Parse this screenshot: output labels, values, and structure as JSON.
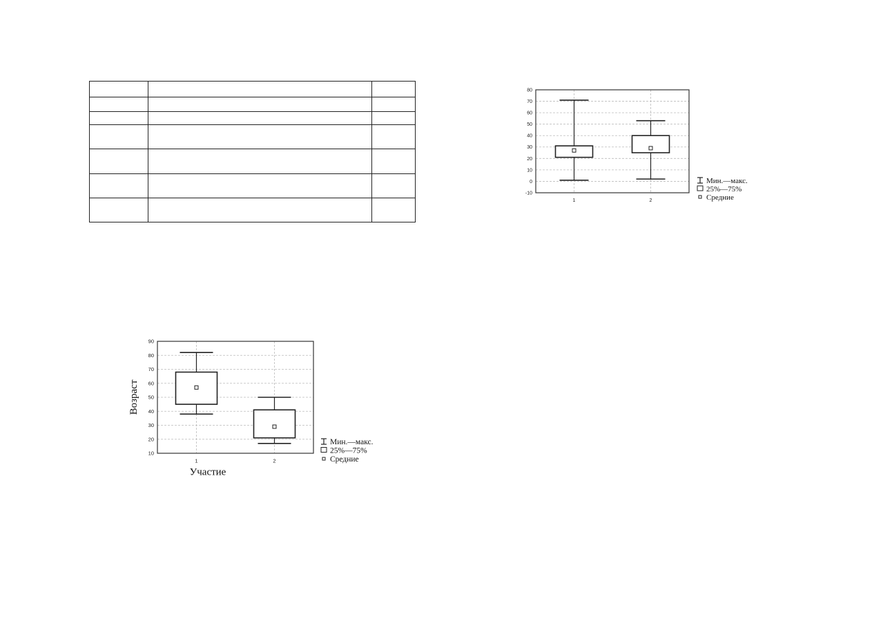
{
  "chart_data": [
    {
      "type": "box",
      "title": "",
      "xlabel": "",
      "ylabel": "",
      "categories": [
        "1",
        "2"
      ],
      "ylim": [
        -10,
        80
      ],
      "yticks": [
        -10,
        0,
        10,
        20,
        30,
        40,
        50,
        60,
        70,
        80
      ],
      "grid": true,
      "legend_position": "right",
      "legend": [
        "Мин.—макс.",
        "25%—75%",
        "Средние"
      ],
      "boxes": [
        {
          "category": "1",
          "min": 1,
          "q1": 21,
          "q3": 31,
          "max": 71,
          "mean": 27
        },
        {
          "category": "2",
          "min": 2,
          "q1": 25,
          "q3": 40,
          "max": 53,
          "mean": 29
        }
      ]
    },
    {
      "type": "box",
      "title": "",
      "xlabel": "Участие",
      "ylabel": "Возраст",
      "categories": [
        "1",
        "2"
      ],
      "ylim": [
        10,
        90
      ],
      "yticks": [
        10,
        20,
        30,
        40,
        50,
        60,
        70,
        80,
        90
      ],
      "grid": true,
      "legend_position": "right",
      "legend": [
        "Мин.—макс.",
        "25%—75%",
        "Средние"
      ],
      "boxes": [
        {
          "category": "1",
          "min": 38,
          "q1": 45,
          "q3": 68,
          "max": 82,
          "mean": 57
        },
        {
          "category": "2",
          "min": 17,
          "q1": 21,
          "q3": 41,
          "max": 50,
          "mean": 29
        }
      ]
    }
  ]
}
